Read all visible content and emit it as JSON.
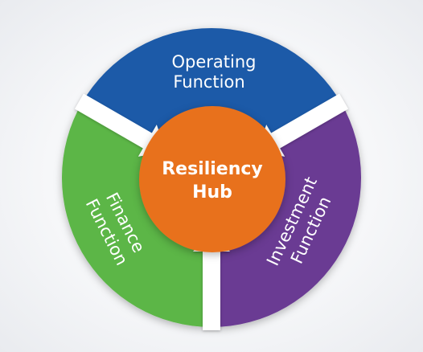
{
  "hub": {
    "line1": "Resiliency",
    "line2": "Hub",
    "color": "#e8711e"
  },
  "segments": {
    "operating": {
      "line1": "Operating",
      "line2": "Function",
      "color": "#1e5aa8"
    },
    "investment": {
      "line1": "Investment",
      "line2": "Function",
      "color": "#6a3a93"
    },
    "finance": {
      "line1": "Finance",
      "line2": "Function",
      "color": "#5cb646"
    }
  },
  "arrow_color": "#ffffff"
}
